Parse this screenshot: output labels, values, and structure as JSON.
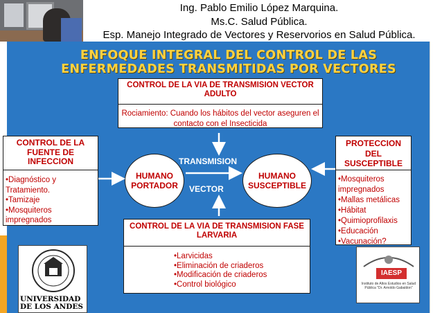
{
  "header": {
    "lines": [
      "Ing. Pablo Emilio López Marquina.",
      "Ms.C. Salud Pública.",
      "Esp. Manejo Integrado de Vectores y Reservorios en Salud Pública."
    ]
  },
  "title": {
    "line1": "ENFOQUE INTEGRAL DEL CONTROL DE LAS",
    "line2": "ENFERMEDADES TRANSMITIDAS POR VECTORES"
  },
  "vector_adulto": {
    "title": "CONTROL DE LA VIA DE TRANSMISION VECTOR ADULTO",
    "body": "Rociamiento: Cuando los hábitos del vector aseguren el contacto con el Insecticida"
  },
  "fuente_infeccion": {
    "title": "CONTROL DE LA FUENTE DE INFECCION",
    "items": [
      "•Diagnóstico y Tratamiento.",
      "•Tamizaje",
      "•Mosquiteros impregnados"
    ]
  },
  "proteccion": {
    "title": "PROTECCION DEL SUSCEPTIBLE",
    "items": [
      "•Mosquiteros impregnados",
      "•Mallas metálicas",
      "•Hábitat",
      "•Quimioprofilaxis",
      "•Educación",
      "•Vacunación?"
    ]
  },
  "fase_larvaria": {
    "title": "CONTROL DE LA VIA DE TRANSMISION FASE LARVARIA",
    "items": [
      "•Larvicidas",
      "•Eliminación de criaderos",
      "•Modificación de criaderos",
      "•Control biológico"
    ]
  },
  "humano_portador": "HUMANO PORTADOR",
  "humano_susceptible": "HUMANO SUSCEPTIBLE",
  "flow": {
    "transmision": "TRANSMISION",
    "vector": "VECTOR"
  },
  "logos": {
    "ula": "UNIVERSIDAD DE LOS ANDES",
    "iaesp": "IAESP",
    "iaesp_sub": "Instituto de Altos Estudios en Salud Pública \"Dr. Arnoldo Gabaldon\""
  },
  "colors": {
    "background": "#2b78c4",
    "title": "#ffd23f",
    "box_text": "#c00000",
    "accent_edge": "#f5a623"
  }
}
